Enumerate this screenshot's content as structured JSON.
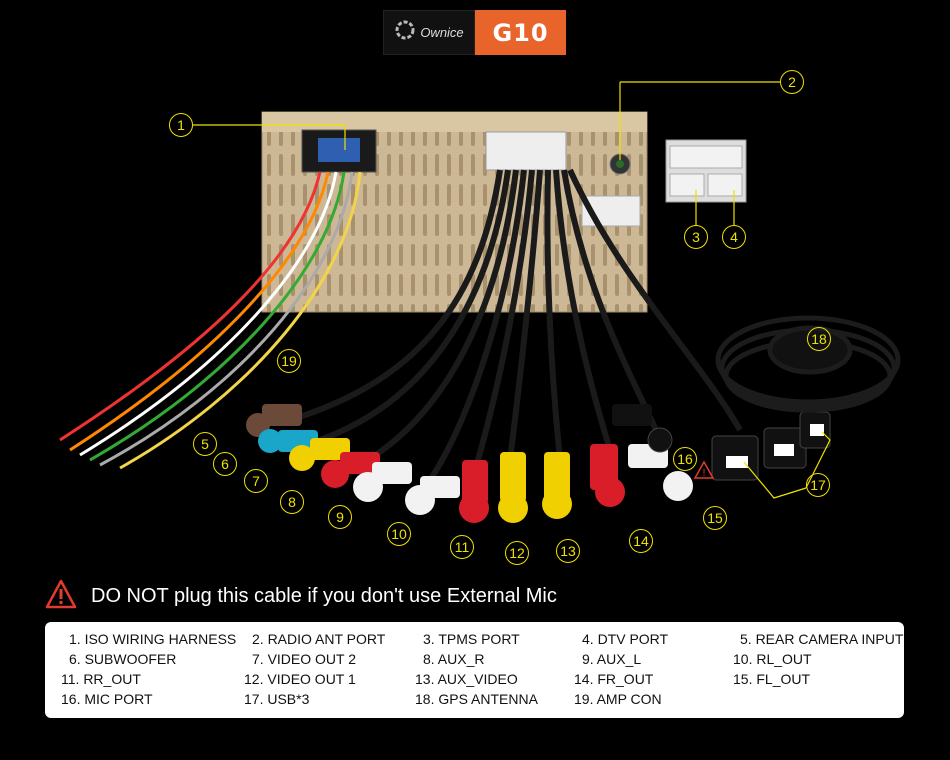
{
  "header": {
    "brand": "Ownice",
    "model": "G10"
  },
  "callouts": [
    "1",
    "2",
    "3",
    "4",
    "5",
    "6",
    "7",
    "8",
    "9",
    "10",
    "11",
    "12",
    "13",
    "14",
    "15",
    "16",
    "17",
    "18",
    "19"
  ],
  "warning": {
    "text": "DO NOT plug this cable if you don't use External Mic"
  },
  "legend": [
    "1. ISO WIRING HARNESS",
    "2. RADIO ANT PORT",
    "3. TPMS PORT",
    "4. DTV PORT",
    "5. REAR CAMERA INPUT",
    "6. SUBWOOFER",
    "7. VIDEO OUT 2",
    "8. AUX_R",
    "9.  AUX_L",
    "10. RL_OUT",
    "11. RR_OUT",
    "12. VIDEO OUT 1",
    "13. AUX_VIDEO",
    "14. FR_OUT",
    "15. FL_OUT",
    "16. MIC PORT",
    "17. USB*3",
    "18. GPS ANTENNA",
    "19. AMP CON"
  ],
  "colors": {
    "accent_yellow": "#f0e000",
    "brand_orange": "#e8642a",
    "warning_red": "#e23b2e"
  }
}
